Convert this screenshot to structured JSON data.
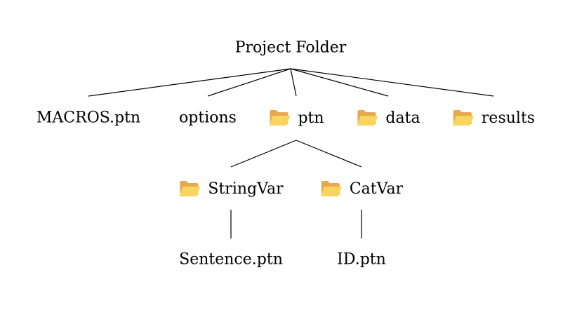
{
  "tree": {
    "root": {
      "label": "Project Folder"
    },
    "level1": [
      {
        "label": "MACROS.ptn",
        "icon": ""
      },
      {
        "label": "options",
        "icon": ""
      },
      {
        "label": "ptn",
        "icon": "folder-icon"
      },
      {
        "label": "data",
        "icon": "folder-icon"
      },
      {
        "label": "results",
        "icon": "folder-icon"
      }
    ],
    "level2": [
      {
        "label": "StringVar",
        "icon": "folder-icon"
      },
      {
        "label": "CatVar",
        "icon": "folder-icon"
      }
    ],
    "level3": [
      {
        "label": "Sentence.ptn",
        "icon": ""
      },
      {
        "label": "ID.ptn",
        "icon": ""
      }
    ]
  },
  "colors": {
    "folder_back": "#E8A84E",
    "folder_front": "#F9D45E",
    "lines": "#000000",
    "text": "#000000"
  }
}
